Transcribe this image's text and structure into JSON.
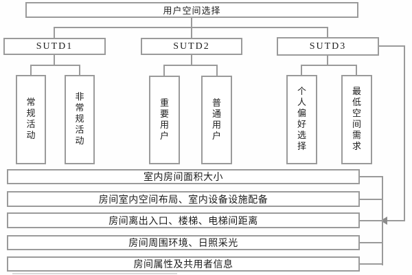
{
  "diagram": {
    "title": "用户空间选择",
    "branches": [
      {
        "label": "SUTD1",
        "children": [
          "常规活动",
          "非常规活动"
        ]
      },
      {
        "label": "SUTD2",
        "children": [
          "重要用户",
          "普通用户"
        ]
      },
      {
        "label": "SUTD3",
        "children": [
          "个人偏好选择",
          "最低空间需求"
        ]
      }
    ],
    "criteria": [
      "室内房间面积大小",
      "房间室内空间布局、室内设备设施配备",
      "房间离出入口、楼梯、电梯间距离",
      "房间周围环境、日照采光",
      "房间属性及共用者信息"
    ],
    "colors": {
      "line": "#9a9a9a",
      "border": "#9a9a9a",
      "text": "#1c1c1c",
      "background": "#ffffff"
    }
  }
}
